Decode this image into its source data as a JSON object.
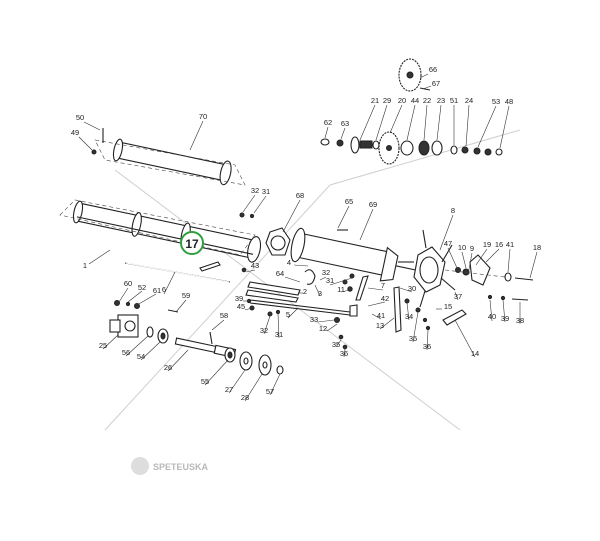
{
  "diagram": {
    "highlighted_part": "17",
    "highlight_color": "#2e9e3e",
    "watermark": "SPETEUSKA",
    "part_labels": [
      "66",
      "67",
      "21",
      "29",
      "20",
      "44",
      "22",
      "23",
      "51",
      "24",
      "53",
      "48",
      "62",
      "63",
      "50",
      "49",
      "70",
      "32",
      "31",
      "68",
      "65",
      "69",
      "8",
      "1",
      "4",
      "43",
      "64",
      "32",
      "31",
      "2",
      "3",
      "11",
      "7",
      "47",
      "10",
      "9",
      "19",
      "16",
      "41",
      "18",
      "30",
      "42",
      "41",
      "13",
      "34",
      "15",
      "37",
      "40",
      "39",
      "38",
      "35",
      "36",
      "14",
      "33",
      "12",
      "35",
      "36",
      "5",
      "39",
      "45",
      "32",
      "31",
      "6",
      "60",
      "52",
      "61",
      "59",
      "58",
      "25",
      "56",
      "54",
      "26",
      "55",
      "27",
      "28",
      "57"
    ]
  }
}
